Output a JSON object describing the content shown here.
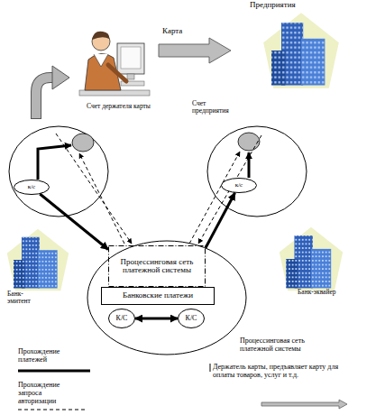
{
  "diagram": {
    "nodes": [
      {
        "text": [
          "к/с"
        ]
      },
      {
        "text": [
          "к/с"
        ]
      },
      {
        "text": [
          "Процессинговая сеть платежной системы"
        ]
      },
      {
        "text": [
          "Банковские платежи"
        ]
      },
      {
        "text": [
          "К/С"
        ]
      },
      {
        "text": [
          "К/С"
        ]
      }
    ],
    "edges": [
      {
        "from": 0,
        "to": 2,
        "arrow": "to"
      },
      {
        "from": 2,
        "to": 1,
        "arrow": "to"
      },
      {
        "from": 4,
        "to": 5,
        "arrow": "both"
      }
    ],
    "labels": [
      "Предприятия",
      "Карта",
      "Счет держателя карты",
      "Счет предприятия",
      "Банк-эмитент",
      "Банк-эквайер",
      "Процессинговая сеть платежной системы"
    ],
    "legend": [
      {
        "text": "Прохождение платежей"
      },
      {
        "text": "Прохождение запроса авторизации"
      },
      {
        "text": "Держатель карты, предъявляет карту для оплаты товаров, услуг и т.д."
      }
    ]
  }
}
